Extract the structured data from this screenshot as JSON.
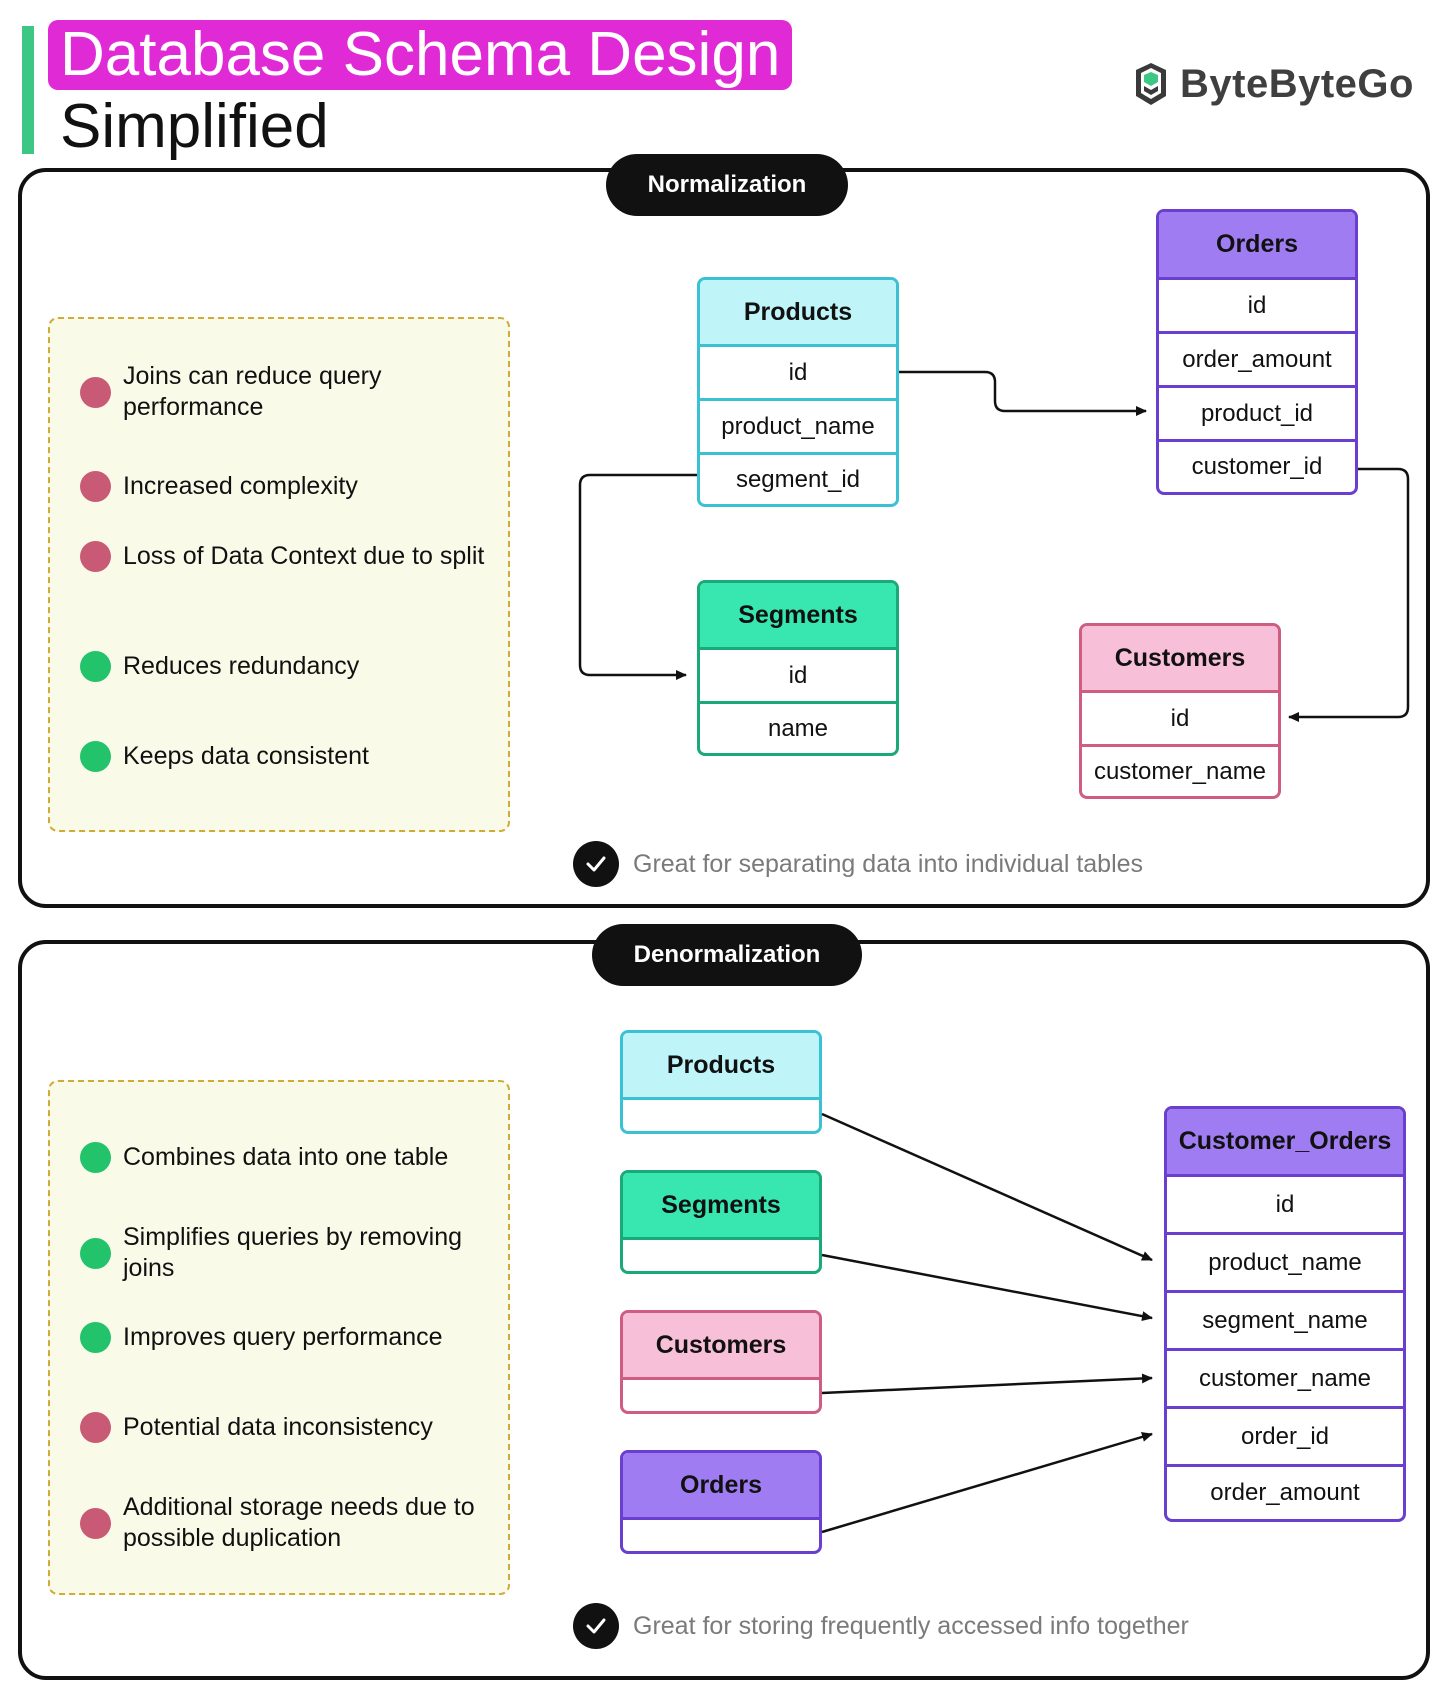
{
  "header": {
    "title_line1": "Database Schema Design",
    "title_line2": "Simplified",
    "brand_name": "ByteByteGo",
    "brand_icon": "bytebytego-logo-icon"
  },
  "colors": {
    "title_bg": "#e02ad6",
    "accent_bar": "#3cc784",
    "con_dot": "#c95a76",
    "pro_dot": "#22c36a",
    "cyan": "#bff5f8",
    "green": "#38e6af",
    "purple": "#a07cf2",
    "pink": "#f8bfd9"
  },
  "normalization": {
    "label": "Normalization",
    "points": [
      {
        "text": "Joins can reduce query performance",
        "kind": "con"
      },
      {
        "text": "Increased complexity",
        "kind": "con"
      },
      {
        "text": "Loss of Data Context due to split",
        "kind": "con"
      },
      {
        "text": "Reduces redundancy",
        "kind": "pro"
      },
      {
        "text": "Keeps data consistent",
        "kind": "pro"
      }
    ],
    "tables": {
      "products": {
        "title": "Products",
        "fields": [
          "id",
          "product_name",
          "segment_id"
        ]
      },
      "orders": {
        "title": "Orders",
        "fields": [
          "id",
          "order_amount",
          "product_id",
          "customer_id"
        ]
      },
      "segments": {
        "title": "Segments",
        "fields": [
          "id",
          "name"
        ]
      },
      "customers": {
        "title": "Customers",
        "fields": [
          "id",
          "customer_name"
        ]
      }
    },
    "note": "Great for separating data into individual tables"
  },
  "denormalization": {
    "label": "Denormalization",
    "points": [
      {
        "text": "Combines data into one table",
        "kind": "pro"
      },
      {
        "text": "Simplifies queries by removing joins",
        "kind": "pro"
      },
      {
        "text": "Improves query performance",
        "kind": "pro"
      },
      {
        "text": "Potential data inconsistency",
        "kind": "con"
      },
      {
        "text": "Additional storage needs due to possible duplication",
        "kind": "con"
      }
    ],
    "sources": [
      "Products",
      "Segments",
      "Customers",
      "Orders"
    ],
    "target": {
      "title": "Customer_Orders",
      "fields": [
        "id",
        "product_name",
        "segment_name",
        "customer_name",
        "order_id",
        "order_amount"
      ]
    },
    "note": "Great for storing frequently accessed info together"
  }
}
